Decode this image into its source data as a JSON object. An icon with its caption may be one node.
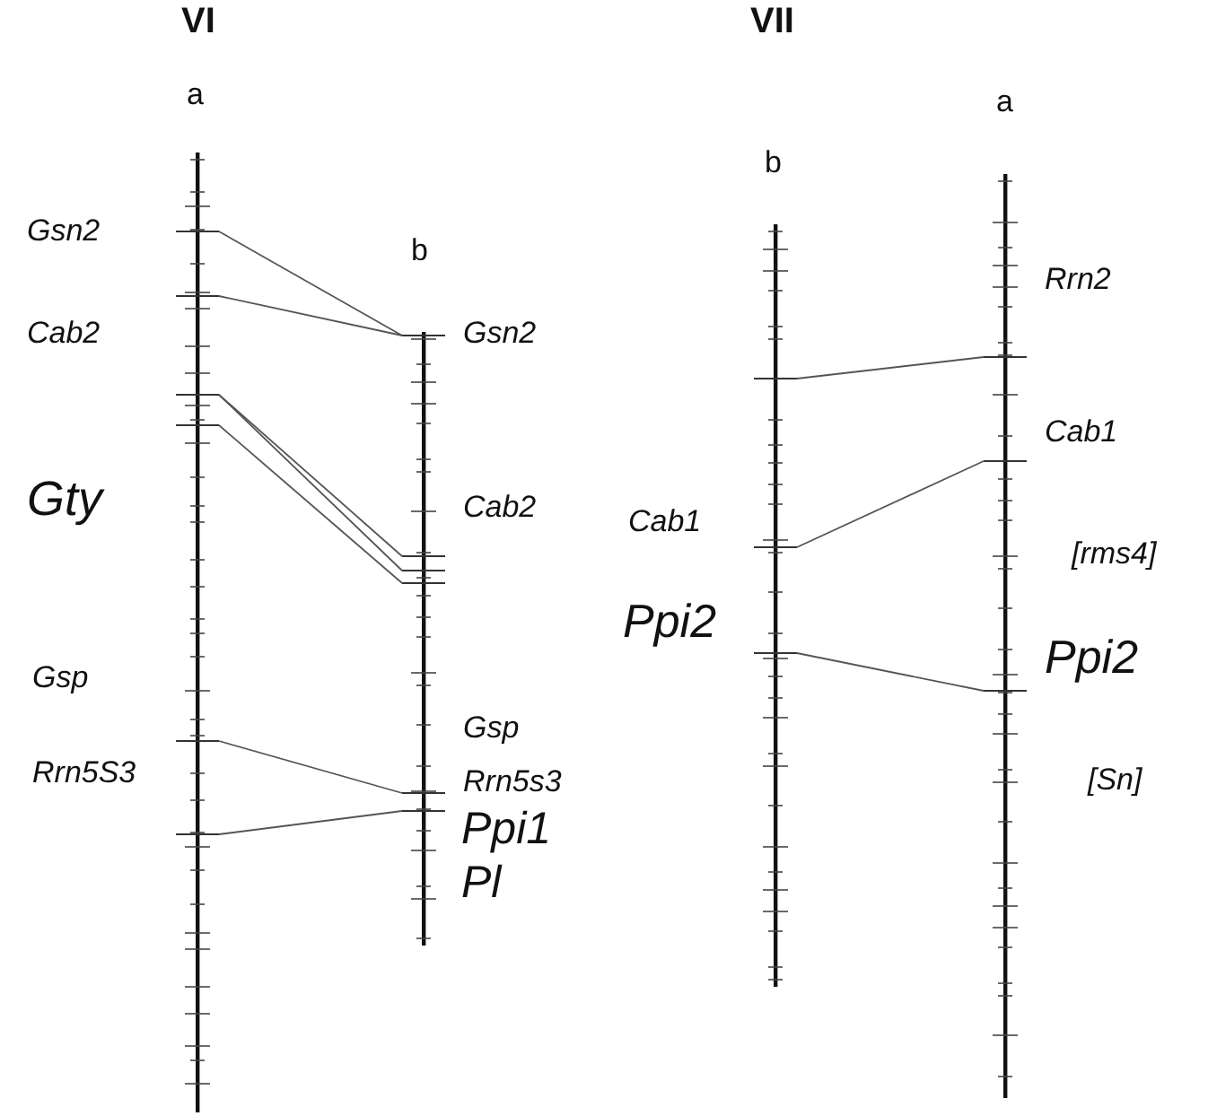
{
  "diagram": {
    "nodes": [
      {
        "text": [],
        "shape": "bar"
      },
      {
        "text": [],
        "shape": "bar"
      },
      {
        "text": [],
        "shape": "bar"
      },
      {
        "text": [],
        "shape": "bar"
      }
    ],
    "edges": [
      {
        "from": 0,
        "to": 1,
        "arrow": "none"
      },
      {
        "from": 0,
        "to": 1,
        "arrow": "none"
      },
      {
        "from": 0,
        "to": 1,
        "arrow": "none"
      },
      {
        "from": 0,
        "to": 1,
        "arrow": "none"
      },
      {
        "from": 0,
        "to": 1,
        "arrow": "none"
      },
      {
        "from": 0,
        "to": 1,
        "arrow": "none"
      },
      {
        "from": 0,
        "to": 1,
        "arrow": "none"
      },
      {
        "from": 2,
        "to": 3,
        "arrow": "none"
      },
      {
        "from": 2,
        "to": 3,
        "arrow": "none"
      },
      {
        "from": 2,
        "to": 3,
        "arrow": "none"
      }
    ],
    "labels": [
      "VI",
      "VII",
      "a",
      "a",
      "b",
      "b",
      "Gsn2",
      "Cab2",
      "Gsn2",
      "Rrn2",
      "Cab1",
      "Gty",
      "Cab2",
      "Cab1",
      "[rms4]",
      "Ppi2",
      "Ppi2",
      "Gsp",
      "Gsp",
      "Rrn5S3",
      "Rrn5s3",
      "[Sn]",
      "Ppi1",
      "Pl"
    ]
  }
}
